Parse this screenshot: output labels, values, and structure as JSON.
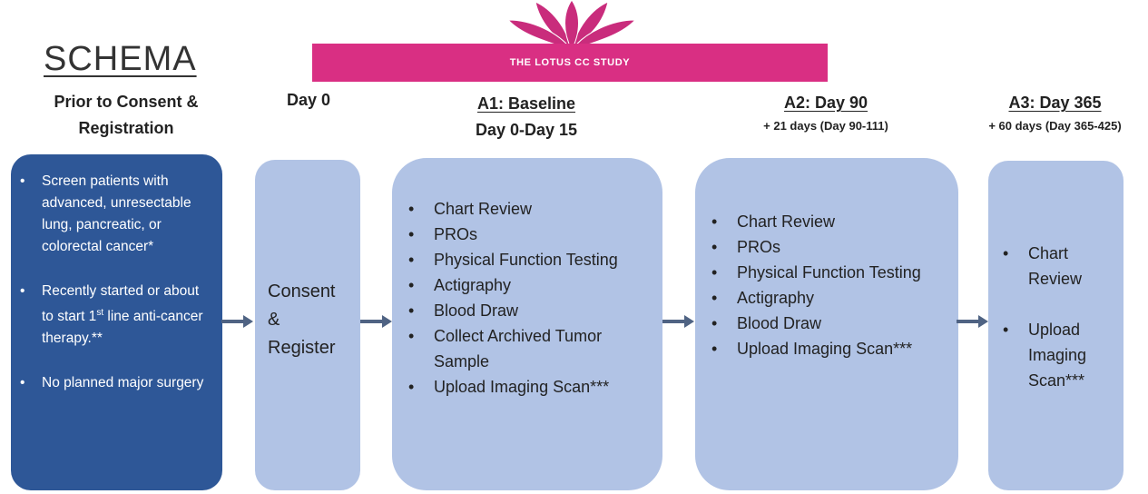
{
  "schema_title": "SCHEMA",
  "banner": {
    "text": "THE LOTUS CC STUDY",
    "color": "#d92f83"
  },
  "columns": {
    "prior": {
      "line1": "Prior to Consent &",
      "line2": "Registration"
    },
    "day0": {
      "label": "Day 0"
    },
    "a1": {
      "title": "A1: Baseline",
      "subtitle": "Day 0-Day 15"
    },
    "a2": {
      "title": "A2: Day 90",
      "subtitle": "+ 21 days (Day 90-111)"
    },
    "a3": {
      "title": "A3: Day 365",
      "subtitle": "+ 60 days (Day 365-425)"
    }
  },
  "boxes": {
    "prior_items": [
      "Screen patients with advanced, unresectable lung, pancreatic, or colorectal cancer*",
      "Recently started or about to start 1st line anti-cancer therapy.**",
      "No planned major surgery"
    ],
    "consent": [
      "Consent",
      "&",
      "Register"
    ],
    "a1_items": [
      "Chart Review",
      "PROs",
      "Physical Function Testing",
      "Actigraphy",
      "Blood Draw",
      "Collect Archived Tumor Sample",
      "Upload Imaging Scan***"
    ],
    "a2_items": [
      "Chart Review",
      "PROs",
      "Physical Function Testing",
      "Actigraphy",
      "Blood Draw",
      "Upload Imaging Scan***"
    ],
    "a3_items": [
      "Chart Review",
      "Upload Imaging Scan***"
    ]
  },
  "colors": {
    "dark_box": "#2e5797",
    "light_box": "#b1c3e5",
    "arrow": "#4f6383"
  }
}
